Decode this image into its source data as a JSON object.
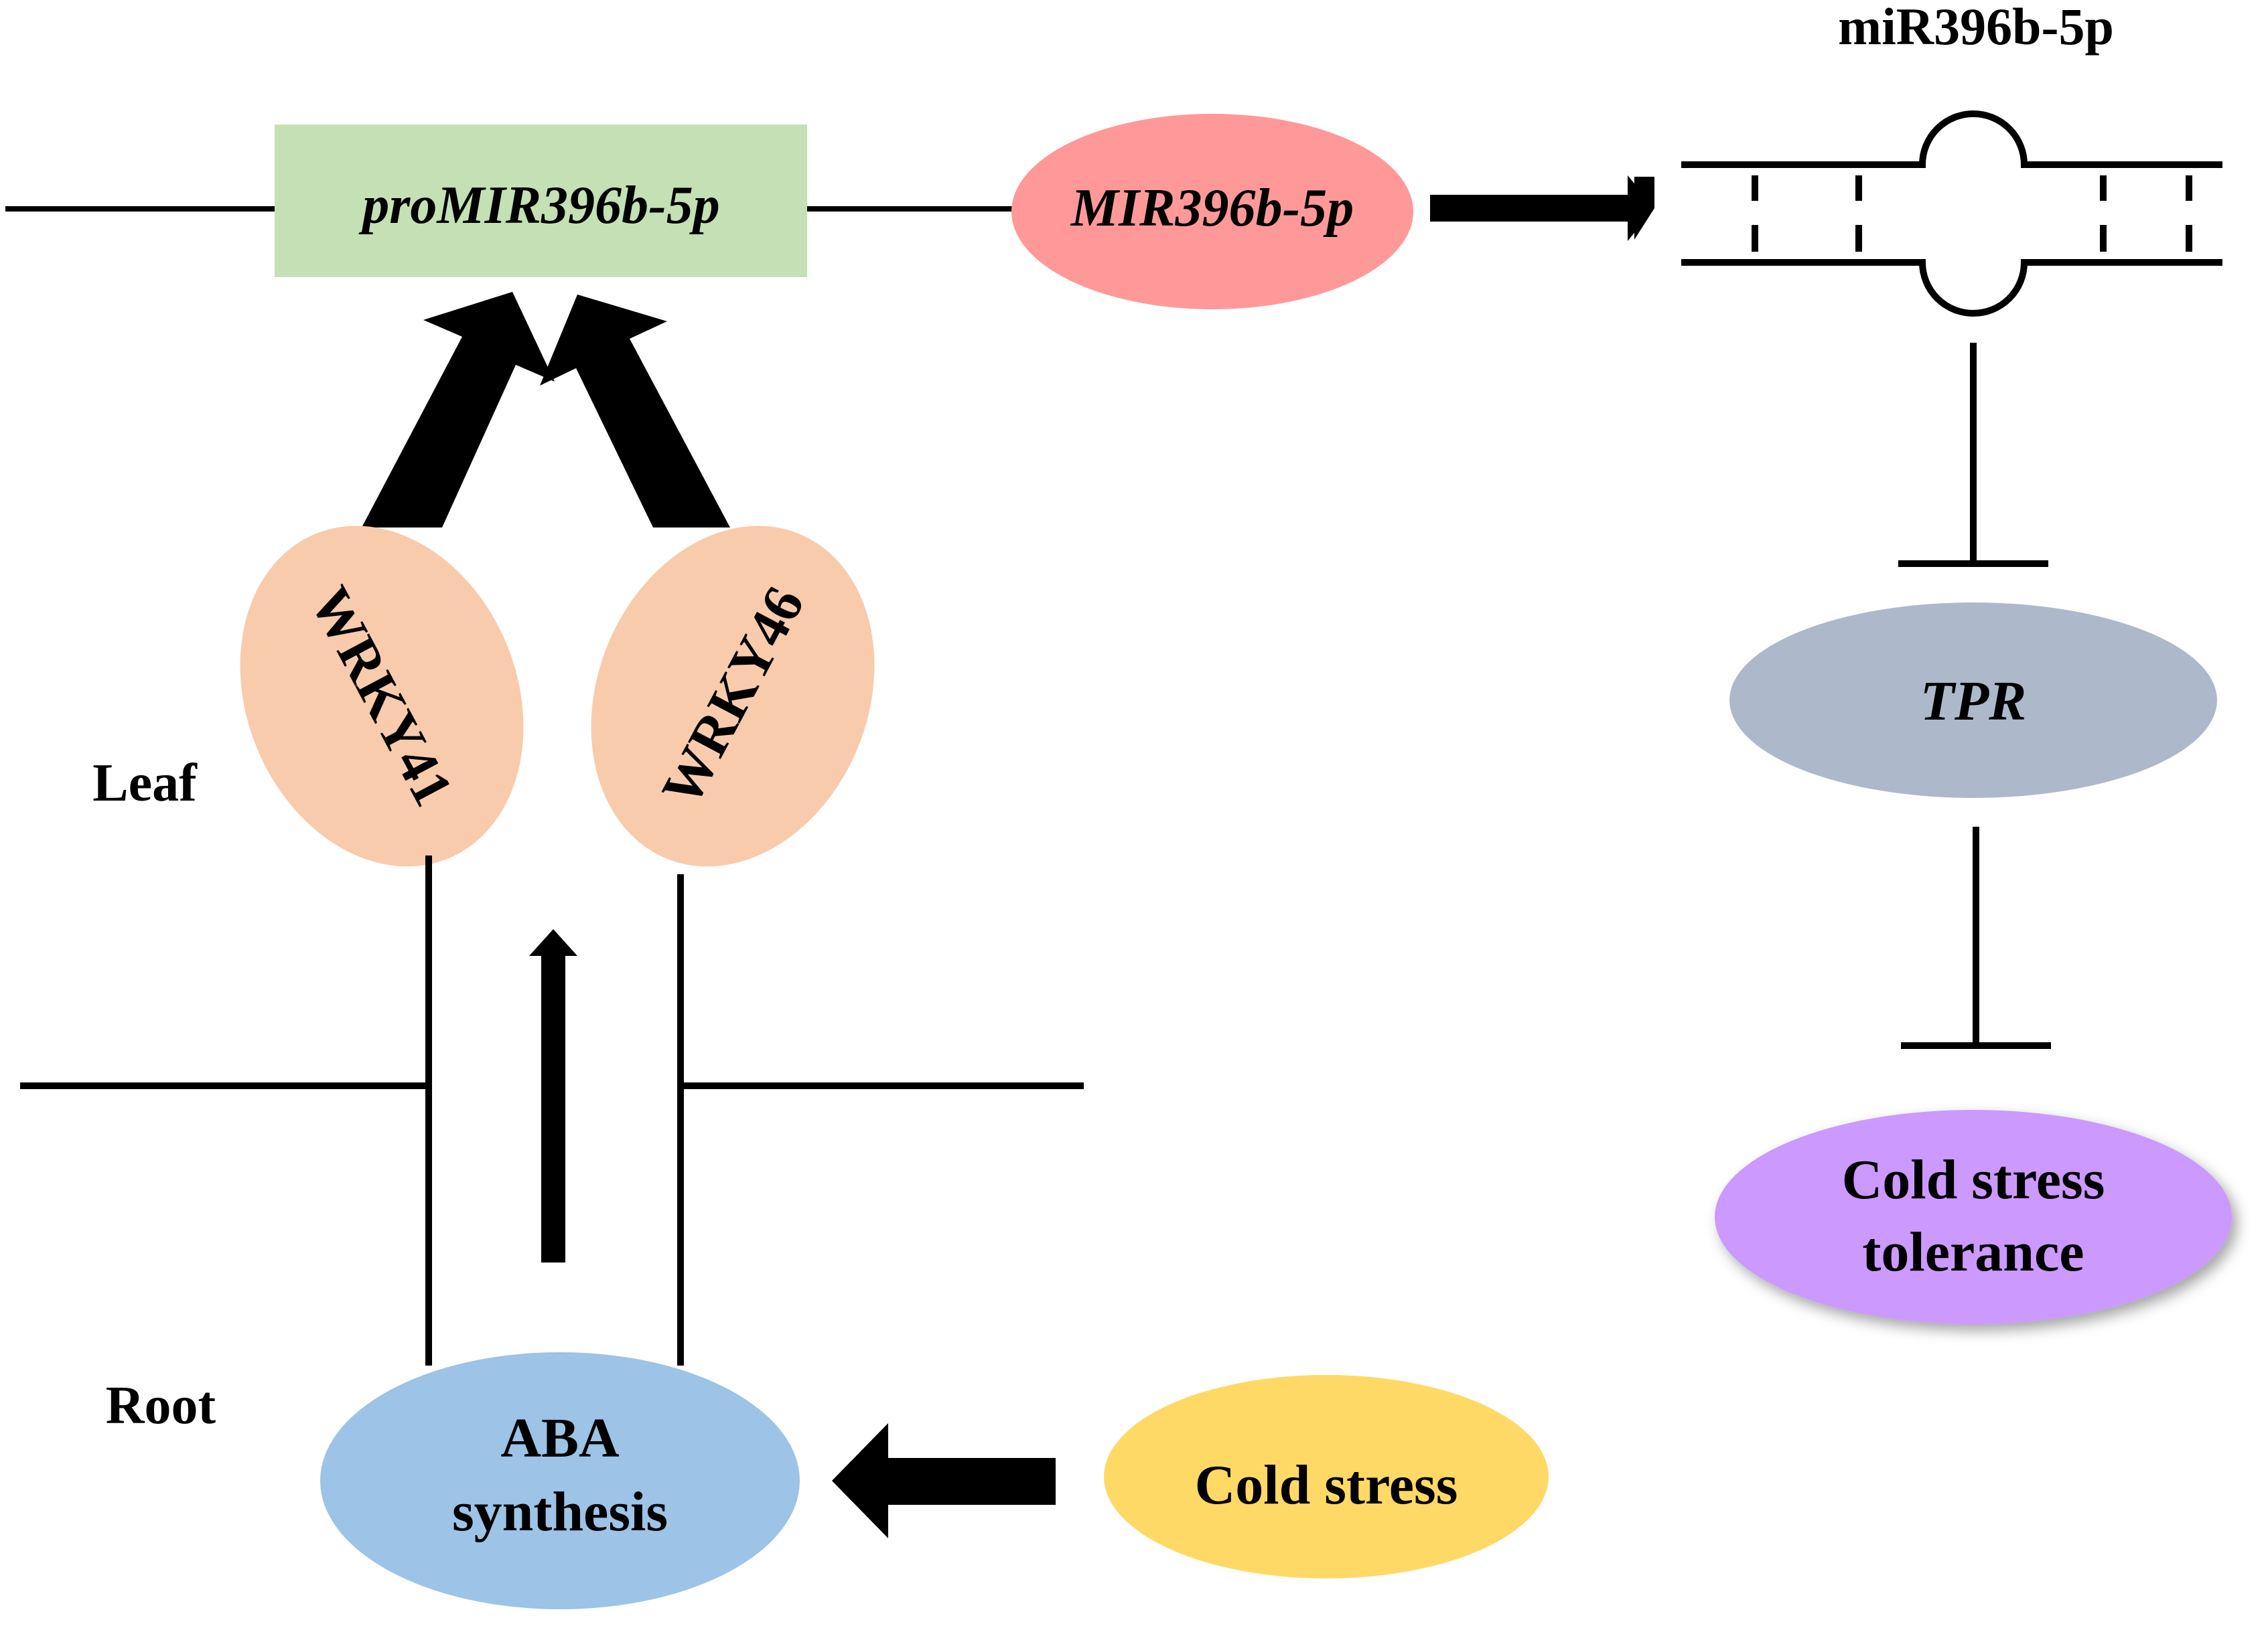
{
  "diagram": {
    "promoter_label": "proMIR396b-5p",
    "gene_label": "MIR396b-5p",
    "mirna_label": "miR396b-5p",
    "tf1_label": "WRKY41",
    "tf2_label": "WRKY46",
    "leaf_label": "Leaf",
    "root_label": "Root",
    "aba_line1": "ABA",
    "aba_line2": "synthesis",
    "cold_stress_label": "Cold stress",
    "target_label": "TPR",
    "outcome_line1": "Cold stress",
    "outcome_line2": "tolerance"
  },
  "colors": {
    "promoter_fill": "#c5e0b4",
    "gene_fill": "#ff9999",
    "tf_fill": "#f8cbad",
    "aba_fill": "#9dc3e6",
    "cold_stress_fill": "#ffd966",
    "target_fill": "#adb9ca",
    "outcome_fill": "#cc99ff",
    "line": "#000000"
  }
}
